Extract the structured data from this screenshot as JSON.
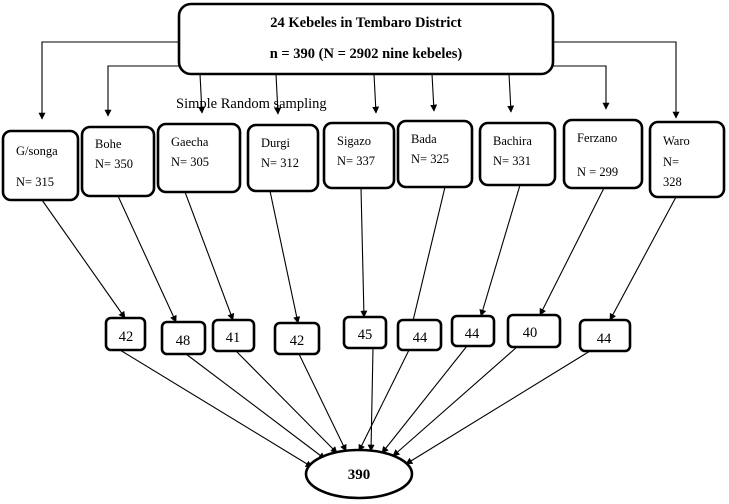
{
  "title_line1": "24 Kebeles in Tembaro District",
  "title_line2": "n = 390   (N = 2902 nine kebeles)",
  "method_label": "Simple Random sampling",
  "total_label": "390",
  "kebeles": [
    {
      "name": "G/songa",
      "population": "N= 315",
      "sample": "42"
    },
    {
      "name": "Bohe",
      "population": "N= 350",
      "sample": "48"
    },
    {
      "name": "Gaecha",
      "population": "N= 305",
      "sample": "41"
    },
    {
      "name": "Durgi",
      "population": "N= 312",
      "sample": "42"
    },
    {
      "name": "Sigazo",
      "population": "N= 337",
      "sample": "45"
    },
    {
      "name": "Bada",
      "population": "N= 325",
      "sample": "44"
    },
    {
      "name": "Bachira",
      "population": "N= 331",
      "sample": "44"
    },
    {
      "name": "Ferzano",
      "population": "N = 299",
      "sample": "40"
    },
    {
      "name": "Waro",
      "population": "N= 328",
      "sample": "44"
    }
  ]
}
